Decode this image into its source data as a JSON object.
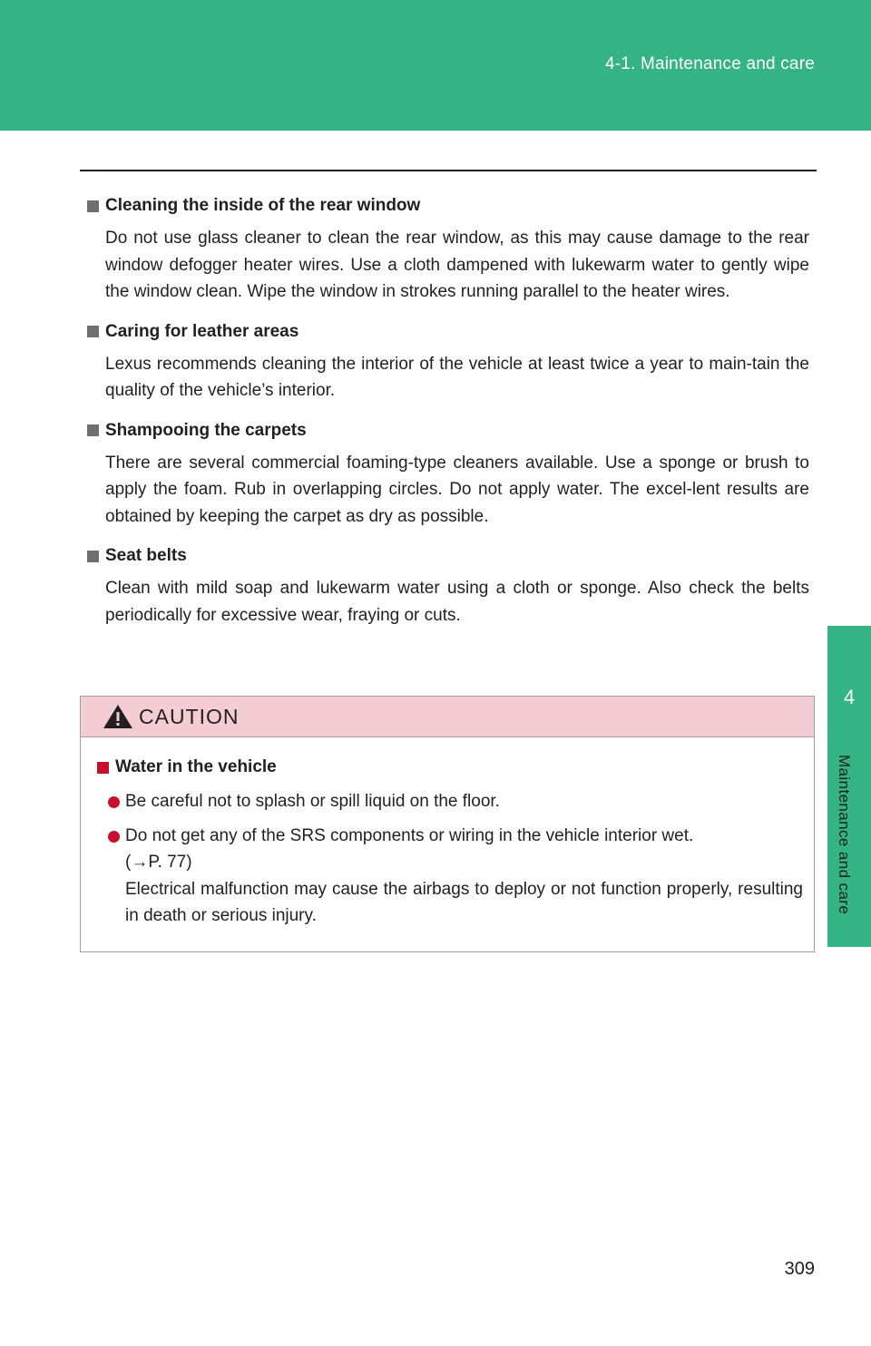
{
  "header": {
    "title": "4-1. Maintenance and care",
    "band_color": "#34b385"
  },
  "side_tab": {
    "chapter_number": "4",
    "chapter_label": "Maintenance and care"
  },
  "sections": [
    {
      "heading": "Cleaning the inside of the rear window",
      "body": "Do not use glass cleaner to clean the rear window, as this may cause damage to the rear window defogger heater wires. Use a cloth dampened with lukewarm water to gently wipe the window clean. Wipe the window in strokes running parallel to the heater wires."
    },
    {
      "heading": "Caring for leather areas",
      "body": "Lexus recommends cleaning the interior of the vehicle at least twice a year to main-tain the quality of the vehicle’s interior."
    },
    {
      "heading": "Shampooing the carpets",
      "body": "There are several commercial foaming-type cleaners available. Use a sponge or brush to apply the foam. Rub in overlapping circles. Do not apply water. The excel-lent results are obtained by keeping the carpet as dry as possible."
    },
    {
      "heading": "Seat belts",
      "body": "Clean with mild soap and lukewarm water using a cloth or sponge. Also check the belts periodically for excessive wear, fraying or cuts."
    }
  ],
  "caution": {
    "title": "CAUTION",
    "icon": "warning-triangle-icon",
    "header_color": "#f3cdd3",
    "subheading": "Water in the vehicle",
    "bullets": [
      {
        "text": "Be careful not to splash or spill liquid on the floor."
      },
      {
        "text": "Do not get any of the SRS components or wiring in the vehicle interior wet.",
        "ref": "(→P. 77)",
        "detail": "Electrical malfunction may cause the airbags to deploy or not function properly, resulting in death or serious injury."
      }
    ]
  },
  "page_number": "309"
}
